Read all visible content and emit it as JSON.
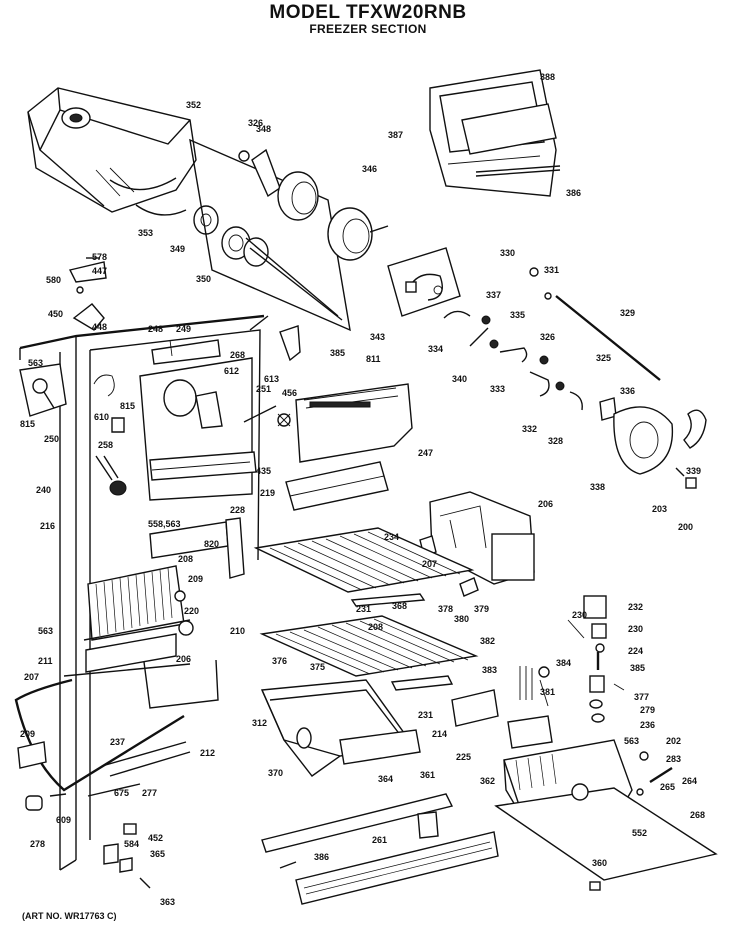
{
  "header": {
    "model_title": "MODEL TFXW20RNB",
    "section_title": "FREEZER SECTION"
  },
  "footer": {
    "art_no": "(ART NO. WR17763 C)"
  },
  "part_labels": [
    "352",
    "326",
    "348",
    "346",
    "388",
    "387",
    "386",
    "353",
    "349",
    "350",
    "578",
    "447",
    "580",
    "450",
    "448",
    "343",
    "330",
    "331",
    "337",
    "335",
    "329",
    "334",
    "340",
    "333",
    "326",
    "325",
    "336",
    "332",
    "328",
    "338",
    "339",
    "203",
    "200",
    "248",
    "249",
    "268",
    "385",
    "563",
    "811",
    "815",
    "610",
    "815",
    "612",
    "613",
    "251",
    "456",
    "250",
    "258",
    "435",
    "247",
    "240",
    "219",
    "216",
    "558,563",
    "228",
    "820",
    "208",
    "206",
    "234",
    "207",
    "209",
    "231",
    "368",
    "378",
    "379",
    "230",
    "232",
    "220",
    "563",
    "206",
    "210",
    "208",
    "380",
    "382",
    "230",
    "224",
    "211",
    "207",
    "376",
    "375",
    "383",
    "381",
    "384",
    "385",
    "377",
    "279",
    "236",
    "209",
    "312",
    "231",
    "225",
    "214",
    "237",
    "212",
    "370",
    "361",
    "362",
    "563",
    "202",
    "283",
    "277",
    "675",
    "364",
    "265",
    "264",
    "609",
    "278",
    "452",
    "261",
    "584",
    "365",
    "386",
    "360",
    "552",
    "268",
    "363"
  ]
}
